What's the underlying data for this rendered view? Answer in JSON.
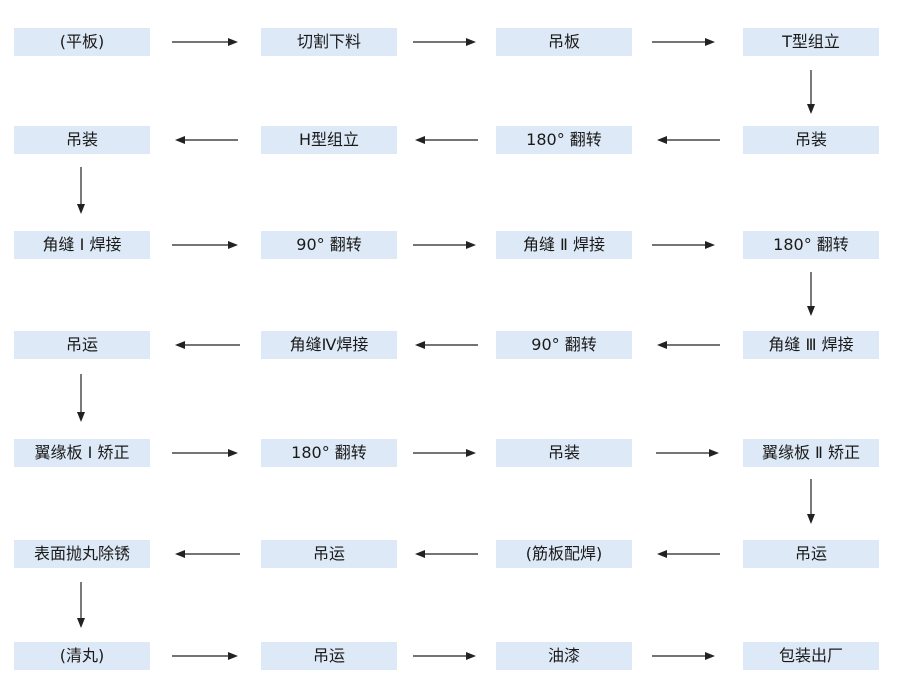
{
  "colors": {
    "box_fill": "#dde9f6",
    "text": "#1a1a1a",
    "arrow": "#222222"
  },
  "steps": {
    "r1c1": "(平板)",
    "r1c2": "切割下料",
    "r1c3": "吊板",
    "r1c4": "T型组立",
    "r2c1": "吊装",
    "r2c2": "H型组立",
    "r2c3": "180°  翻转",
    "r2c4": "吊装",
    "r3c1": "角缝 Ⅰ 焊接",
    "r3c2": "90°  翻转",
    "r3c3": "角缝 Ⅱ 焊接",
    "r3c4": "180°  翻转",
    "r4c1": "吊运",
    "r4c2": "角缝Ⅳ焊接",
    "r4c3": "90°  翻转",
    "r4c4": "角缝 Ⅲ 焊接",
    "r5c1": "翼缘板 Ⅰ 矫正",
    "r5c2": "180°  翻转",
    "r5c3": "吊装",
    "r5c4": "翼缘板 Ⅱ 矫正",
    "r6c1": "表面抛丸除锈",
    "r6c2": "吊运",
    "r6c3": "(筋板配焊)",
    "r6c4": "吊运",
    "r7c1": "(清丸)",
    "r7c2": "吊运",
    "r7c3": "油漆",
    "r7c4": "包装出厂"
  }
}
